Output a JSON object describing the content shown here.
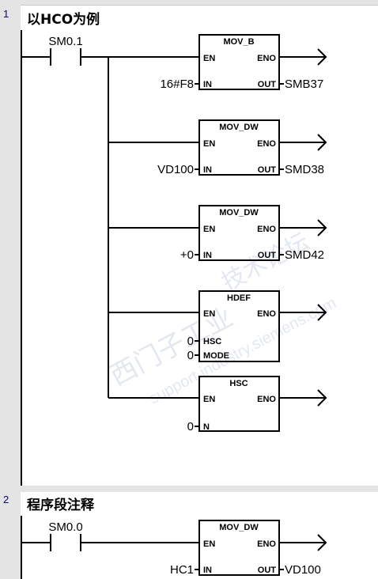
{
  "networks": [
    {
      "number": "1",
      "title": "以HCO为例",
      "contact": "SM0.1",
      "blocks": [
        {
          "name": "MOV_B",
          "en": "EN",
          "eno": "ENO",
          "inputs": [
            {
              "pin": "IN",
              "value": "16#F8"
            }
          ],
          "out_pin": "OUT",
          "out_value": "SMB37"
        },
        {
          "name": "MOV_DW",
          "en": "EN",
          "eno": "ENO",
          "inputs": [
            {
              "pin": "IN",
              "value": "VD100"
            }
          ],
          "out_pin": "OUT",
          "out_value": "SMD38"
        },
        {
          "name": "MOV_DW",
          "en": "EN",
          "eno": "ENO",
          "inputs": [
            {
              "pin": "IN",
              "value": "+0"
            }
          ],
          "out_pin": "OUT",
          "out_value": "SMD42"
        },
        {
          "name": "HDEF",
          "en": "EN",
          "eno": "ENO",
          "inputs": [
            {
              "pin": "HSC",
              "value": "0"
            },
            {
              "pin": "MODE",
              "value": "0"
            }
          ],
          "out_pin": "",
          "out_value": ""
        },
        {
          "name": "HSC",
          "en": "EN",
          "eno": "ENO",
          "inputs": [
            {
              "pin": "N",
              "value": "0"
            }
          ],
          "out_pin": "",
          "out_value": ""
        }
      ]
    },
    {
      "number": "2",
      "title": "程序段注释",
      "contact": "SM0.0",
      "blocks": [
        {
          "name": "MOV_DW",
          "en": "EN",
          "eno": "ENO",
          "inputs": [
            {
              "pin": "IN",
              "value": "HC1"
            }
          ],
          "out_pin": "OUT",
          "out_value": "VD100"
        }
      ]
    }
  ],
  "watermark": [
    "西门子工业",
    "技术论坛",
    "support.industry.siemens.com"
  ]
}
